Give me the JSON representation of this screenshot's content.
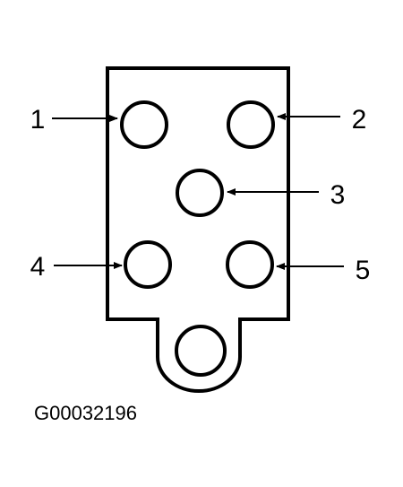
{
  "diagram": {
    "callouts": [
      "1",
      "2",
      "3",
      "4",
      "5"
    ],
    "figure_id": "G00032196"
  },
  "colors": {
    "line": "#000000",
    "background": "#ffffff"
  }
}
